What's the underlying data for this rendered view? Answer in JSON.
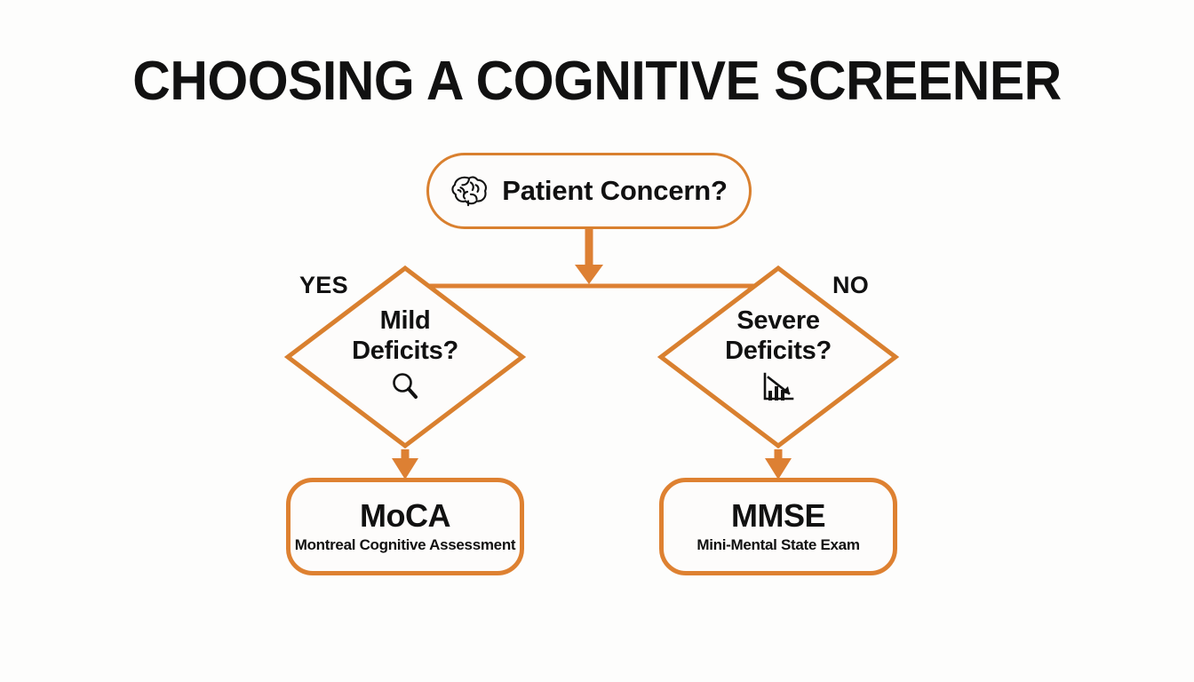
{
  "title": "CHOOSING A COGNITIVE SCREENER",
  "colors": {
    "accent": "#d9802f",
    "accent_thick": "#de8131",
    "text": "#111111",
    "background": "#fdfdfc"
  },
  "start_node": {
    "label": "Patient Concern?",
    "icon": "brain-icon"
  },
  "branches": {
    "yes_label": "YES",
    "no_label": "NO"
  },
  "decisions": [
    {
      "id": "mild",
      "line1": "Mild",
      "line2": "Deficits?",
      "icon": "magnifying-glass-icon"
    },
    {
      "id": "severe",
      "line1": "Severe",
      "line2": "Deficits?",
      "icon": "declining-chart-icon"
    }
  ],
  "results": [
    {
      "id": "moca",
      "title": "MoCA",
      "subtitle": "Montreal Cognitive Assessment"
    },
    {
      "id": "mmse",
      "title": "MMSE",
      "subtitle": "Mini-Mental State Exam"
    }
  ]
}
